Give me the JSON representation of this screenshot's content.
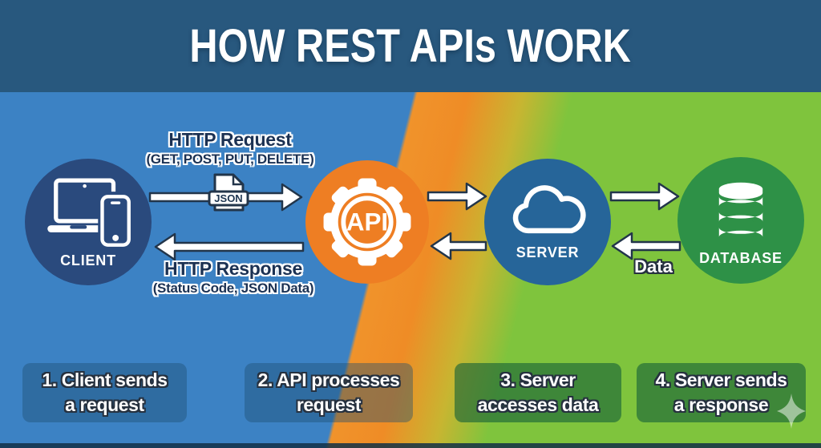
{
  "header": {
    "title": "HOW REST APIs WORK"
  },
  "nodes": {
    "client": {
      "label": "CLIENT"
    },
    "api": {
      "label": "API"
    },
    "server": {
      "label": "SERVER"
    },
    "database": {
      "label": "DATABASE"
    }
  },
  "flows": {
    "request": {
      "title": "HTTP Request",
      "subtitle": "(GET, POST, PUT, DELETE)"
    },
    "response": {
      "title": "HTTP Response",
      "subtitle": "(Status Code, JSON Data)"
    },
    "json_badge": {
      "label": "JSON"
    },
    "data_label": {
      "label": "Data"
    }
  },
  "steps": [
    {
      "line1": "1. Client sends",
      "line2": "a request"
    },
    {
      "line1": "2. API processes",
      "line2": "request"
    },
    {
      "line1": "3. Server",
      "line2": "accesses data"
    },
    {
      "line1": "4. Server sends",
      "line2": "a response"
    }
  ],
  "colors": {
    "header_bg": "#28587e",
    "client_zone_blue": "#3c82c4",
    "api_zone_orange": "#f0932b",
    "server_zone_green": "#7fc43d",
    "client_node": "#2a4a7d",
    "api_node": "#ee7e23",
    "server_node": "#266599",
    "database_node": "#2e9147",
    "arrow_fill": "#ffffff",
    "arrow_outline": "#22354a"
  }
}
